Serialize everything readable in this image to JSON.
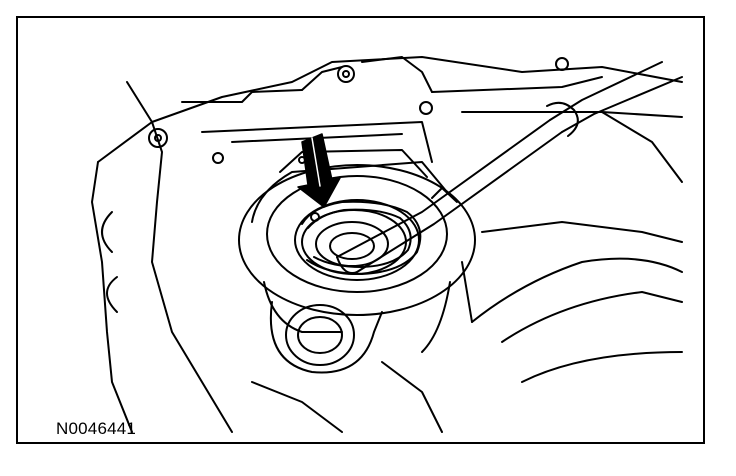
{
  "figure": {
    "id_label": "N0046441",
    "subject": "snap-ring-removal-illustration",
    "pointer": "arrow-indicator",
    "colors": {
      "line": "#000000",
      "background": "#ffffff",
      "arrow_fill": "#000000"
    }
  }
}
